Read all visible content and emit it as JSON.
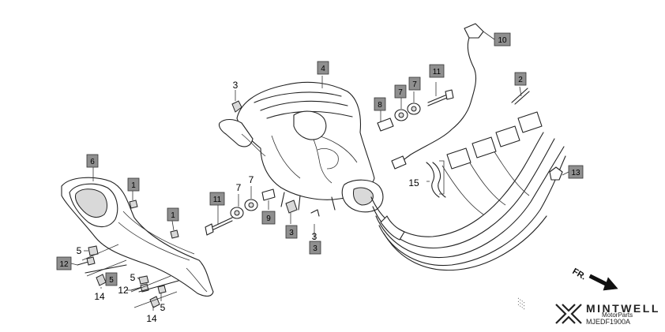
{
  "diagram_code": "MJEDF1900A",
  "brand": {
    "name": "MINTWELL",
    "tagline": "MotorParts"
  },
  "front_indicator": "FR.",
  "callouts": [
    {
      "id": "callout-4",
      "label": "4"
    },
    {
      "id": "callout-10",
      "label": "10"
    },
    {
      "id": "callout-11-top",
      "label": "11"
    },
    {
      "id": "callout-7-top-a",
      "label": "7"
    },
    {
      "id": "callout-7-top-b",
      "label": "7"
    },
    {
      "id": "callout-8",
      "label": "8"
    },
    {
      "id": "callout-2",
      "label": "2"
    },
    {
      "id": "callout-6",
      "label": "6"
    },
    {
      "id": "callout-1-a",
      "label": "1"
    },
    {
      "id": "callout-1-b",
      "label": "1"
    },
    {
      "id": "callout-11-bottom",
      "label": "11"
    },
    {
      "id": "callout-9",
      "label": "9"
    },
    {
      "id": "callout-3-a",
      "label": "3"
    },
    {
      "id": "callout-3-b",
      "label": "3"
    },
    {
      "id": "callout-13",
      "label": "13"
    },
    {
      "id": "callout-12-a",
      "label": "12"
    },
    {
      "id": "callout-5-box",
      "label": "5"
    }
  ],
  "plain_labels": [
    {
      "id": "label-3-top",
      "label": "3"
    },
    {
      "id": "label-7-left",
      "label": "7"
    },
    {
      "id": "label-7-right",
      "label": "7"
    },
    {
      "id": "label-15",
      "label": "15"
    },
    {
      "id": "label-3-bottom",
      "label": "3"
    },
    {
      "id": "label-5-a",
      "label": "5"
    },
    {
      "id": "label-5-b",
      "label": "5"
    },
    {
      "id": "label-5-c",
      "label": "5"
    },
    {
      "id": "label-12-b",
      "label": "12"
    },
    {
      "id": "label-14-a",
      "label": "14"
    },
    {
      "id": "label-14-b",
      "label": "14"
    }
  ]
}
